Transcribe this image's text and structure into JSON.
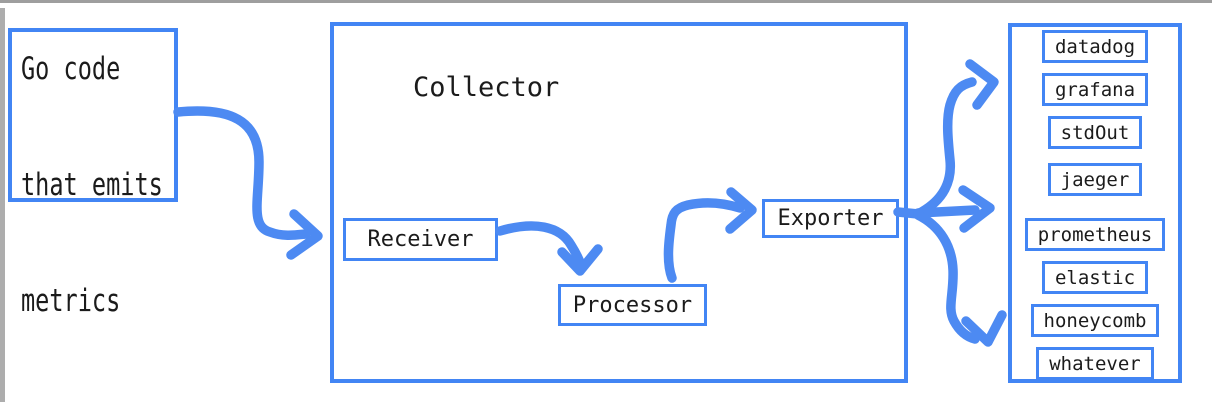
{
  "source": {
    "label_lines": [
      "Go code",
      "that emits",
      "metrics"
    ]
  },
  "collector": {
    "title": "Collector",
    "components": [
      {
        "label": "Receiver"
      },
      {
        "label": "Processor"
      },
      {
        "label": "Exporter"
      }
    ]
  },
  "destinations": {
    "items": [
      {
        "label": "datadog"
      },
      {
        "label": "grafana"
      },
      {
        "label": "stdOut"
      },
      {
        "label": "jaeger"
      },
      {
        "label": "prometheus"
      },
      {
        "label": "elastic"
      },
      {
        "label": "honeycomb"
      },
      {
        "label": "whatever"
      }
    ]
  },
  "colors": {
    "accent_blue": "#4285f4",
    "arrow_blue": "#4d8af2",
    "ink": "#1b1b1b",
    "chrome_gray": "#9e9e9e"
  }
}
